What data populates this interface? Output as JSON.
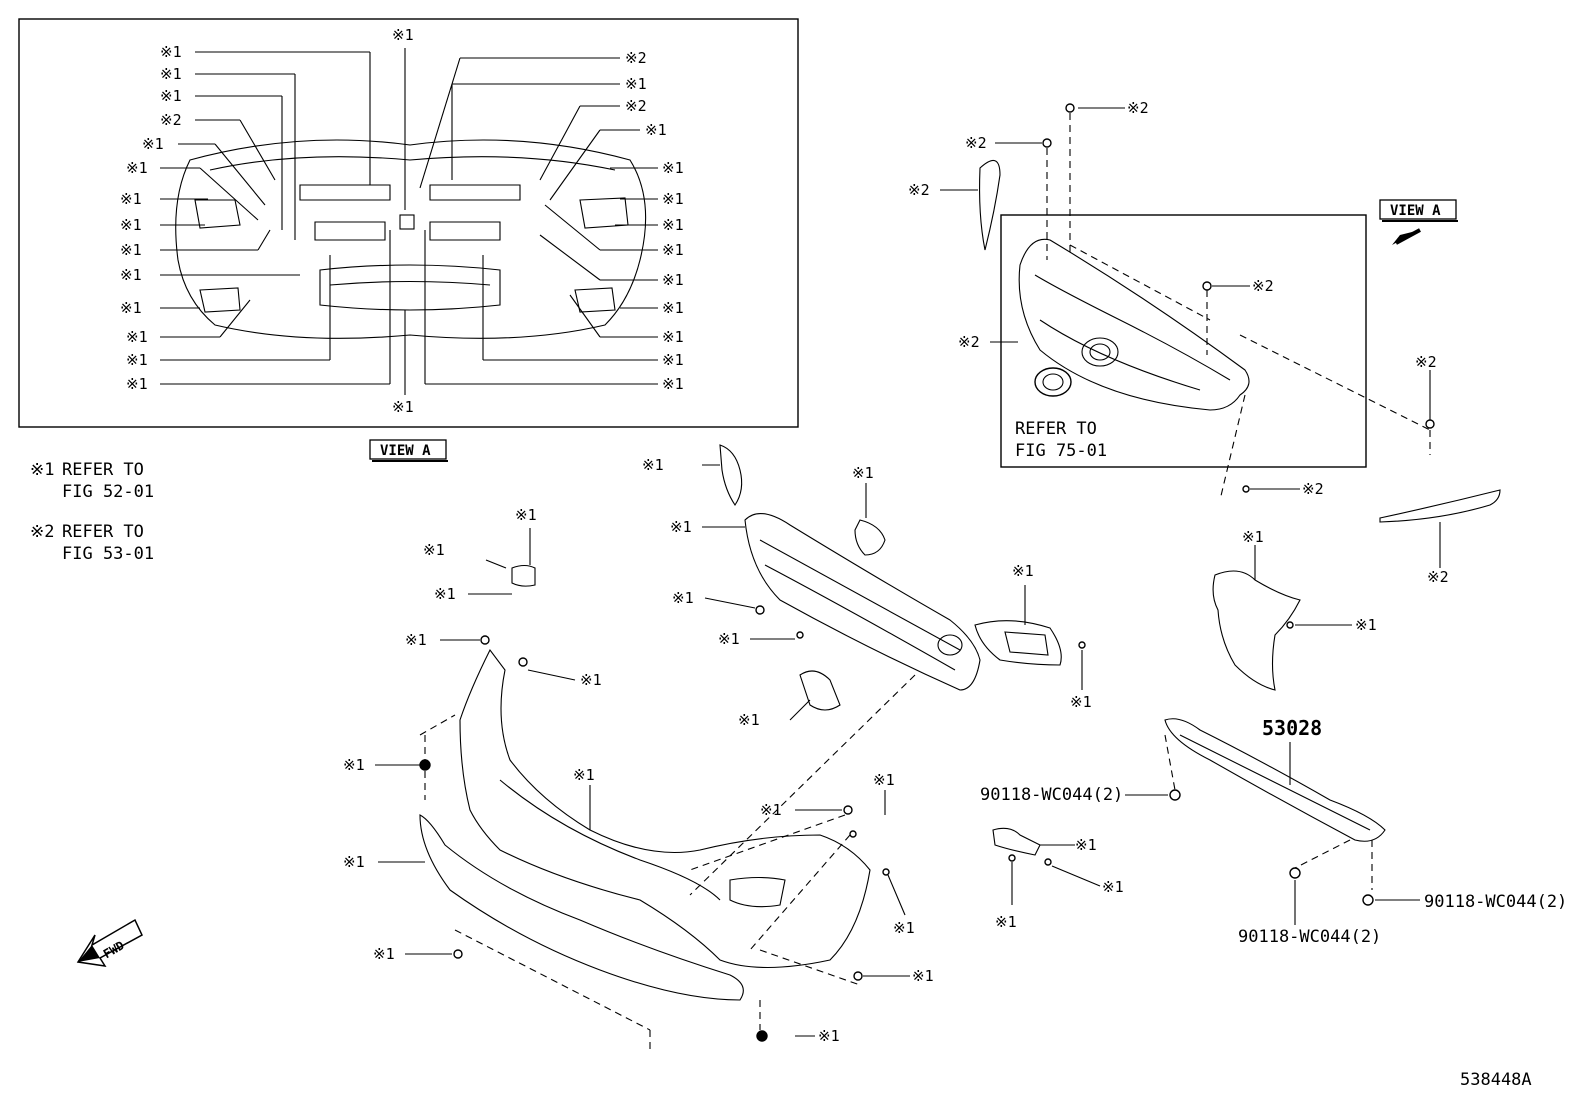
{
  "note1_mark": "※1",
  "note1_line1": "REFER TO",
  "note1_line2": "FIG 52-01",
  "note2_mark": "※2",
  "note2_line1": "REFER TO",
  "note2_line2": "FIG 53-01",
  "view_label": "VIEW A",
  "emblem_ref_line1": "REFER TO",
  "emblem_ref_line2": "FIG 75-01",
  "part_53028": "53028",
  "bolt_part": "90118-WC044(2)",
  "figure_id": "538448A",
  "fwd_label": "FWD",
  "callouts": [
    {
      "id": "v1",
      "text": "※1"
    },
    {
      "id": "v2",
      "text": "※1"
    },
    {
      "id": "v3",
      "text": "※1"
    },
    {
      "id": "v4",
      "text": "※2"
    },
    {
      "id": "v5",
      "text": "※1"
    },
    {
      "id": "v6",
      "text": "※1"
    },
    {
      "id": "v7",
      "text": "※1"
    },
    {
      "id": "v8",
      "text": "※1"
    },
    {
      "id": "v9",
      "text": "※1"
    },
    {
      "id": "v10",
      "text": "※1"
    },
    {
      "id": "v11",
      "text": "※1"
    },
    {
      "id": "v12",
      "text": "※1"
    },
    {
      "id": "v13",
      "text": "※1"
    },
    {
      "id": "v14",
      "text": "※1"
    },
    {
      "id": "v15",
      "text": "※1"
    },
    {
      "id": "v16",
      "text": "※1"
    },
    {
      "id": "v17",
      "text": "※2"
    },
    {
      "id": "v18",
      "text": "※1"
    },
    {
      "id": "v19",
      "text": "※2"
    },
    {
      "id": "v20",
      "text": "※1"
    },
    {
      "id": "v21",
      "text": "※1"
    },
    {
      "id": "v22",
      "text": "※1"
    },
    {
      "id": "v23",
      "text": "※1"
    },
    {
      "id": "v24",
      "text": "※1"
    },
    {
      "id": "v25",
      "text": "※1"
    },
    {
      "id": "v26",
      "text": "※1"
    },
    {
      "id": "v27",
      "text": "※1"
    },
    {
      "id": "v28",
      "text": "※1"
    },
    {
      "id": "v29",
      "text": "※1"
    },
    {
      "id": "v30",
      "text": "※1"
    },
    {
      "id": "v31",
      "text": "※1"
    },
    {
      "id": "v32",
      "text": "※1"
    },
    {
      "id": "g1",
      "text": "※2"
    },
    {
      "id": "g2",
      "text": "※2"
    },
    {
      "id": "g3",
      "text": "※2"
    },
    {
      "id": "g4",
      "text": "※2"
    },
    {
      "id": "g5",
      "text": "※2"
    },
    {
      "id": "g6",
      "text": "※2"
    },
    {
      "id": "g7",
      "text": "※2"
    },
    {
      "id": "g8",
      "text": "※2"
    },
    {
      "id": "m1",
      "text": "※1"
    },
    {
      "id": "m2",
      "text": "※1"
    },
    {
      "id": "m3",
      "text": "※1"
    },
    {
      "id": "m4",
      "text": "※1"
    },
    {
      "id": "m5",
      "text": "※1"
    },
    {
      "id": "m6",
      "text": "※1"
    },
    {
      "id": "m7",
      "text": "※1"
    },
    {
      "id": "m8",
      "text": "※1"
    },
    {
      "id": "m9",
      "text": "※1"
    },
    {
      "id": "m10",
      "text": "※1"
    },
    {
      "id": "m11",
      "text": "※1"
    },
    {
      "id": "m12",
      "text": "※1"
    },
    {
      "id": "m13",
      "text": "※1"
    },
    {
      "id": "m14",
      "text": "※1"
    },
    {
      "id": "m15",
      "text": "※1"
    },
    {
      "id": "m16",
      "text": "※1"
    },
    {
      "id": "m17",
      "text": "※1"
    },
    {
      "id": "m18",
      "text": "※1"
    },
    {
      "id": "m19",
      "text": "※1"
    },
    {
      "id": "m20",
      "text": "※1"
    },
    {
      "id": "m21",
      "text": "※1"
    },
    {
      "id": "m22",
      "text": "※1"
    },
    {
      "id": "m23",
      "text": "※1"
    },
    {
      "id": "m24",
      "text": "※1"
    },
    {
      "id": "m25",
      "text": "※1"
    },
    {
      "id": "m26",
      "text": "※1"
    },
    {
      "id": "m27",
      "text": "※1"
    },
    {
      "id": "m28",
      "text": "※1"
    }
  ]
}
